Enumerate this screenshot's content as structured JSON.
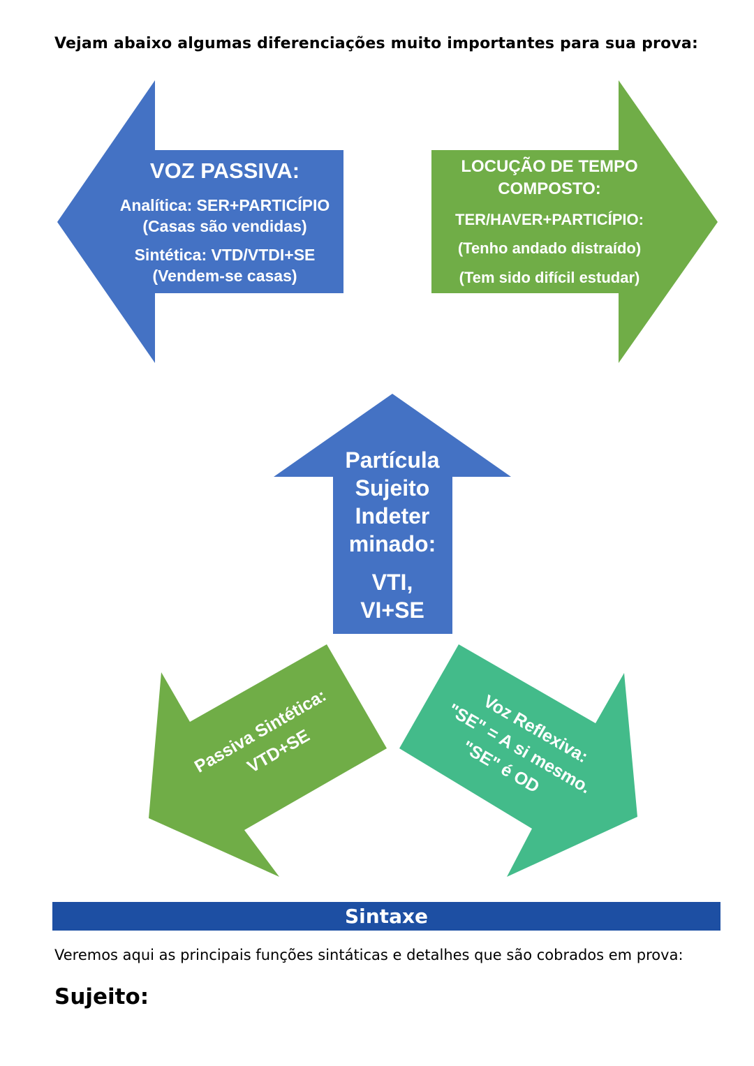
{
  "intro": "Vejam abaixo algumas diferenciações muito importantes para sua prova:",
  "colors": {
    "blue": "#4472c4",
    "green": "#70ad47",
    "teal": "#43bb8a",
    "bar": "#1d4fa3"
  },
  "diagram": {
    "voz_passiva": {
      "title": "VOZ PASSIVA:",
      "line1": "Analítica: SER+PARTICÍPIO",
      "line2": "(Casas são vendidas)",
      "line3": "Sintética: VTD/VTDI+SE",
      "line4": "(Vendem-se  casas)"
    },
    "locucao": {
      "title1": "LOCUÇÃO DE TEMPO",
      "title2": "COMPOSTO:",
      "line1": "TER/HAVER+PARTICÍPIO:",
      "line2": "(Tenho andado distraído)",
      "line3": "(Tem sido difícil estudar)"
    },
    "particula": {
      "line1": "Partícula",
      "line2": "Sujeito",
      "line3": "Indeter",
      "line4": "minado:",
      "line5": "VTI,",
      "line6": "VI+SE"
    },
    "passiva_sintetica": {
      "title": "Passiva Sintética:",
      "line1": "VTD+SE"
    },
    "voz_reflexiva": {
      "title": "Voz Reflexiva:",
      "line1": "\"SE\" = A si mesmo.",
      "line2": "\"SE\" é OD"
    }
  },
  "section": {
    "title": "Sintaxe",
    "intro": "Veremos aqui as principais funções sintáticas e detalhes que são cobrados em prova:",
    "subheading": "Sujeito:"
  }
}
